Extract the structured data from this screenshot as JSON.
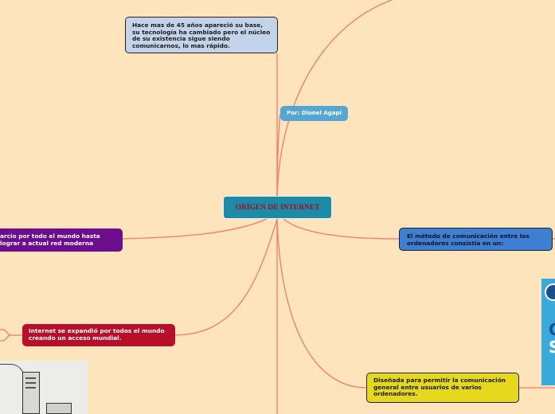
{
  "nodes": {
    "note": "Hace mas de 45 años apareció su base, su tecnología ha cambiado pero el núcleo de su existencia sigue siendo comunicarnos, lo mas rápido.",
    "author": "Por: Dionel Agapi",
    "center": "ORÍGEN DE  INTERNET",
    "purple": "arcio por todo el mundo hasta lograr a actual red moderna",
    "blue": "El método de comunicación entre los ordenadores consistía en un:",
    "red": "Internet se expandió por todos el mundo creando un acceso mundial.",
    "yellow": "Diseñada para permitir la comunicación general entre usuarios de varios ordenadores."
  },
  "colors": {
    "background": "#fde4bc",
    "connector": "#ef7b72",
    "center": "#1d8ba8",
    "center_text": "#a40d1f",
    "note": "#c3d3ea",
    "author": "#55a6d2",
    "purple": "#6c0d8e",
    "blue": "#3d7fd2",
    "red": "#b70e2a",
    "yellow": "#e6d81c"
  },
  "images": {
    "computer": "computer-illustration",
    "logo": "globe-logo"
  },
  "logo_text": [
    "O",
    "S"
  ]
}
